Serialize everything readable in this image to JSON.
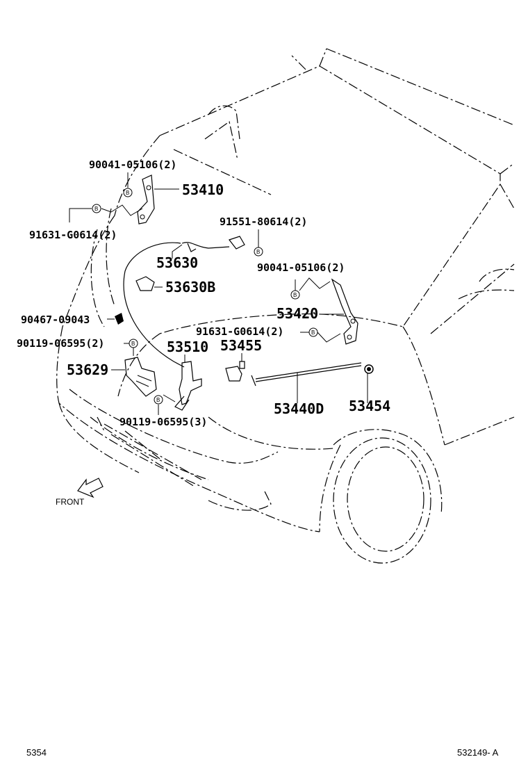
{
  "labels": {
    "p90041_05106_top": "90041-05106(2)",
    "p53410": "53410",
    "p91631_g0614_left": "91631-G0614(2)",
    "p91551_80614": "91551-80614(2)",
    "p53630": "53630",
    "p90041_05106_right": "90041-05106(2)",
    "p53630b": "53630B",
    "p53420": "53420",
    "p90467_09043": "90467-09043",
    "p91631_g0614_right": "91631-G0614(2)",
    "p90119_06595_a": "90119-06595(2)",
    "p53510": "53510",
    "p53455": "53455",
    "p53629": "53629",
    "p53454": "53454",
    "p53440d": "53440D",
    "p90119_06595_b": "90119-06595(3)"
  },
  "bolt_marker": "B",
  "front_label": "FRONT",
  "footer": {
    "left": "5354",
    "right": "532149- A"
  }
}
